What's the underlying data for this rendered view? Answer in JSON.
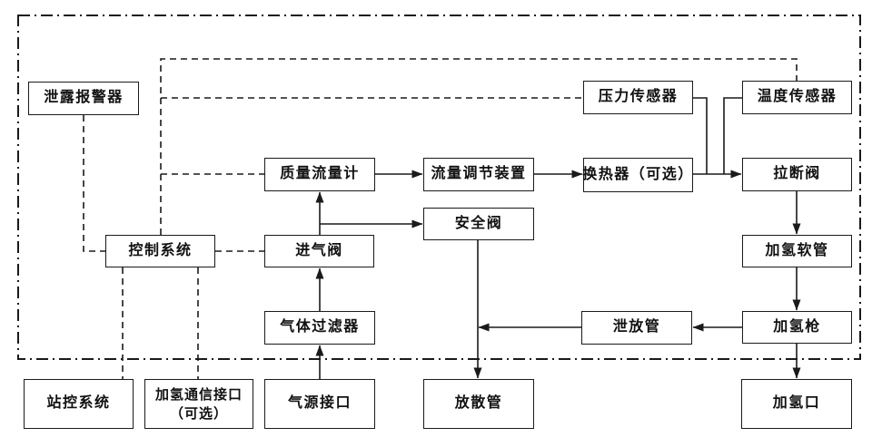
{
  "colors": {
    "line": "#1a1a1a",
    "background": "#ffffff"
  },
  "diagram": {
    "type": "flow-diagram",
    "boundary_style": "dash-dot-rectangle",
    "nodes": {
      "leak_alarm": {
        "label": "泄露报警器"
      },
      "pressure_sensor": {
        "label": "压力传感器"
      },
      "temperature_sensor": {
        "label": "温度传感器"
      },
      "mass_flow_meter": {
        "label": "质量流量计"
      },
      "flow_regulator": {
        "label": "流量调节装置"
      },
      "heat_exchanger": {
        "label": "换热器（可选）"
      },
      "breakaway_valve": {
        "label": "拉断阀"
      },
      "control_system": {
        "label": "控制系统"
      },
      "intake_valve": {
        "label": "进气阀"
      },
      "safety_valve": {
        "label": "安全阀"
      },
      "hydrogen_hose": {
        "label": "加氢软管"
      },
      "gas_filter": {
        "label": "气体过滤器"
      },
      "relief_pipe": {
        "label": "泄放管"
      },
      "hydrogen_gun": {
        "label": "加氢枪"
      },
      "station_control": {
        "label": "站控系统"
      },
      "comm_interface": {
        "label_line1": "加氢通信接口",
        "label_line2": "（可选）"
      },
      "gas_source": {
        "label": "气源接口"
      },
      "vent_pipe": {
        "label": "放散管"
      },
      "hydrogen_port": {
        "label": "加氢口"
      }
    },
    "edges": [
      {
        "from": "气源接口",
        "to": "气体过滤器",
        "type": "flow-arrow"
      },
      {
        "from": "气体过滤器",
        "to": "进气阀",
        "type": "flow-arrow"
      },
      {
        "from": "进气阀",
        "to": "质量流量计",
        "type": "flow-arrow"
      },
      {
        "from": "进气阀",
        "to": "安全阀",
        "type": "flow-arrow"
      },
      {
        "from": "质量流量计",
        "to": "流量调节装置",
        "type": "flow-arrow"
      },
      {
        "from": "流量调节装置",
        "to": "换热器（可选）",
        "type": "flow-arrow"
      },
      {
        "from": "换热器（可选）",
        "to": "拉断阀",
        "type": "flow-arrow"
      },
      {
        "from": "压力传感器",
        "to": "换热器与拉断阀之间管线",
        "type": "tap-line"
      },
      {
        "from": "温度传感器",
        "to": "换热器与拉断阀之间管线",
        "type": "tap-line"
      },
      {
        "from": "拉断阀",
        "to": "加氢软管",
        "type": "flow-arrow"
      },
      {
        "from": "加氢软管",
        "to": "加氢枪",
        "type": "flow-arrow"
      },
      {
        "from": "加氢枪",
        "to": "加氢口",
        "type": "flow-arrow"
      },
      {
        "from": "加氢枪",
        "to": "泄放管",
        "type": "flow-arrow"
      },
      {
        "from": "泄放管",
        "to": "安全阀至放散管管线",
        "type": "flow-arrow"
      },
      {
        "from": "安全阀",
        "to": "放散管",
        "type": "flow-arrow"
      },
      {
        "from": "泄露报警器",
        "to": "控制系统",
        "type": "signal-dashed"
      },
      {
        "from": "控制系统",
        "to": "质量流量计",
        "type": "signal-dashed"
      },
      {
        "from": "控制系统",
        "to": "压力传感器",
        "type": "signal-dashed"
      },
      {
        "from": "控制系统",
        "to": "温度传感器",
        "type": "signal-dashed"
      },
      {
        "from": "控制系统",
        "to": "进气阀",
        "type": "signal-dashed"
      },
      {
        "from": "控制系统",
        "to": "站控系统",
        "type": "signal-dashed"
      },
      {
        "from": "控制系统",
        "to": "加氢通信接口（可选）",
        "type": "signal-dashed"
      }
    ]
  }
}
